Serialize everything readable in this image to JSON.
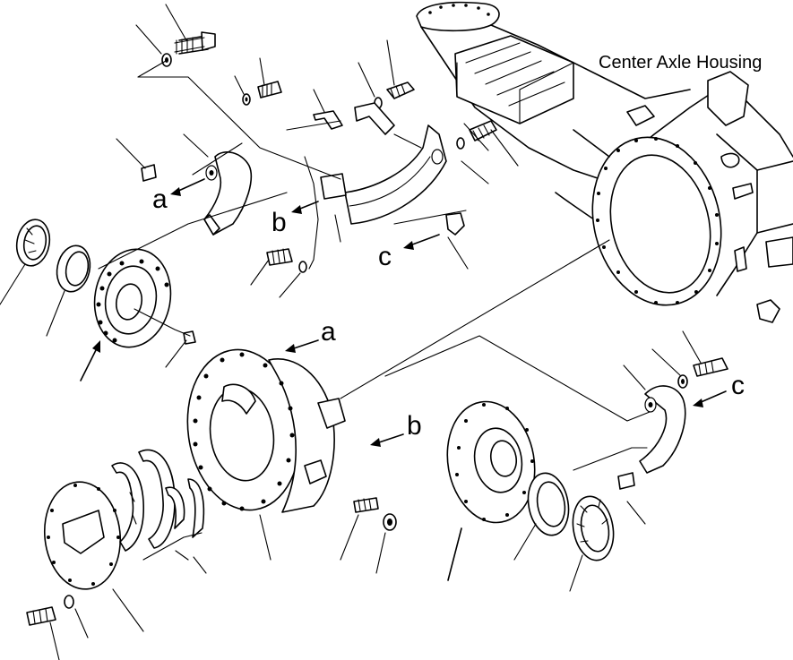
{
  "diagram": {
    "housing_label": "Center Axle Housing",
    "callouts": {
      "a_upper": "a",
      "b_upper": "b",
      "c_upper": "c",
      "a_lower": "a",
      "b_lower": "b",
      "c_lower": "c"
    }
  }
}
